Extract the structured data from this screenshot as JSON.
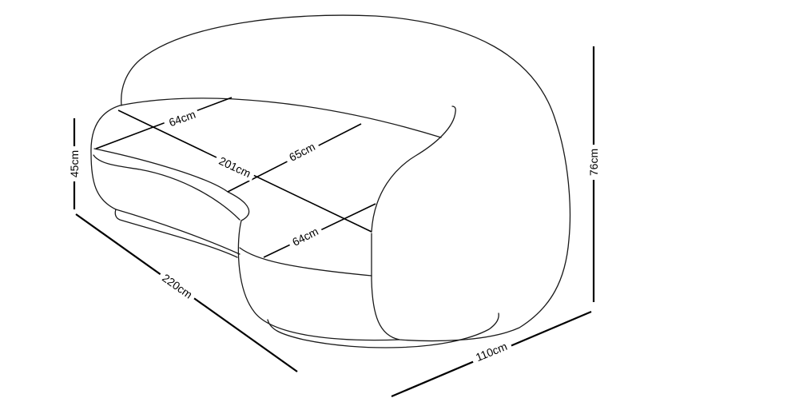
{
  "diagram": {
    "labels": {
      "seat_depth_left": "64cm",
      "seat_width": "201cm",
      "seat_depth_middle": "65cm",
      "seat_depth_right": "64cm",
      "seat_height": "45cm",
      "overall_width": "220cm",
      "overall_depth": "110cm",
      "overall_height": "76cm"
    },
    "colors": {
      "line": "#000000",
      "background": "#ffffff"
    }
  }
}
